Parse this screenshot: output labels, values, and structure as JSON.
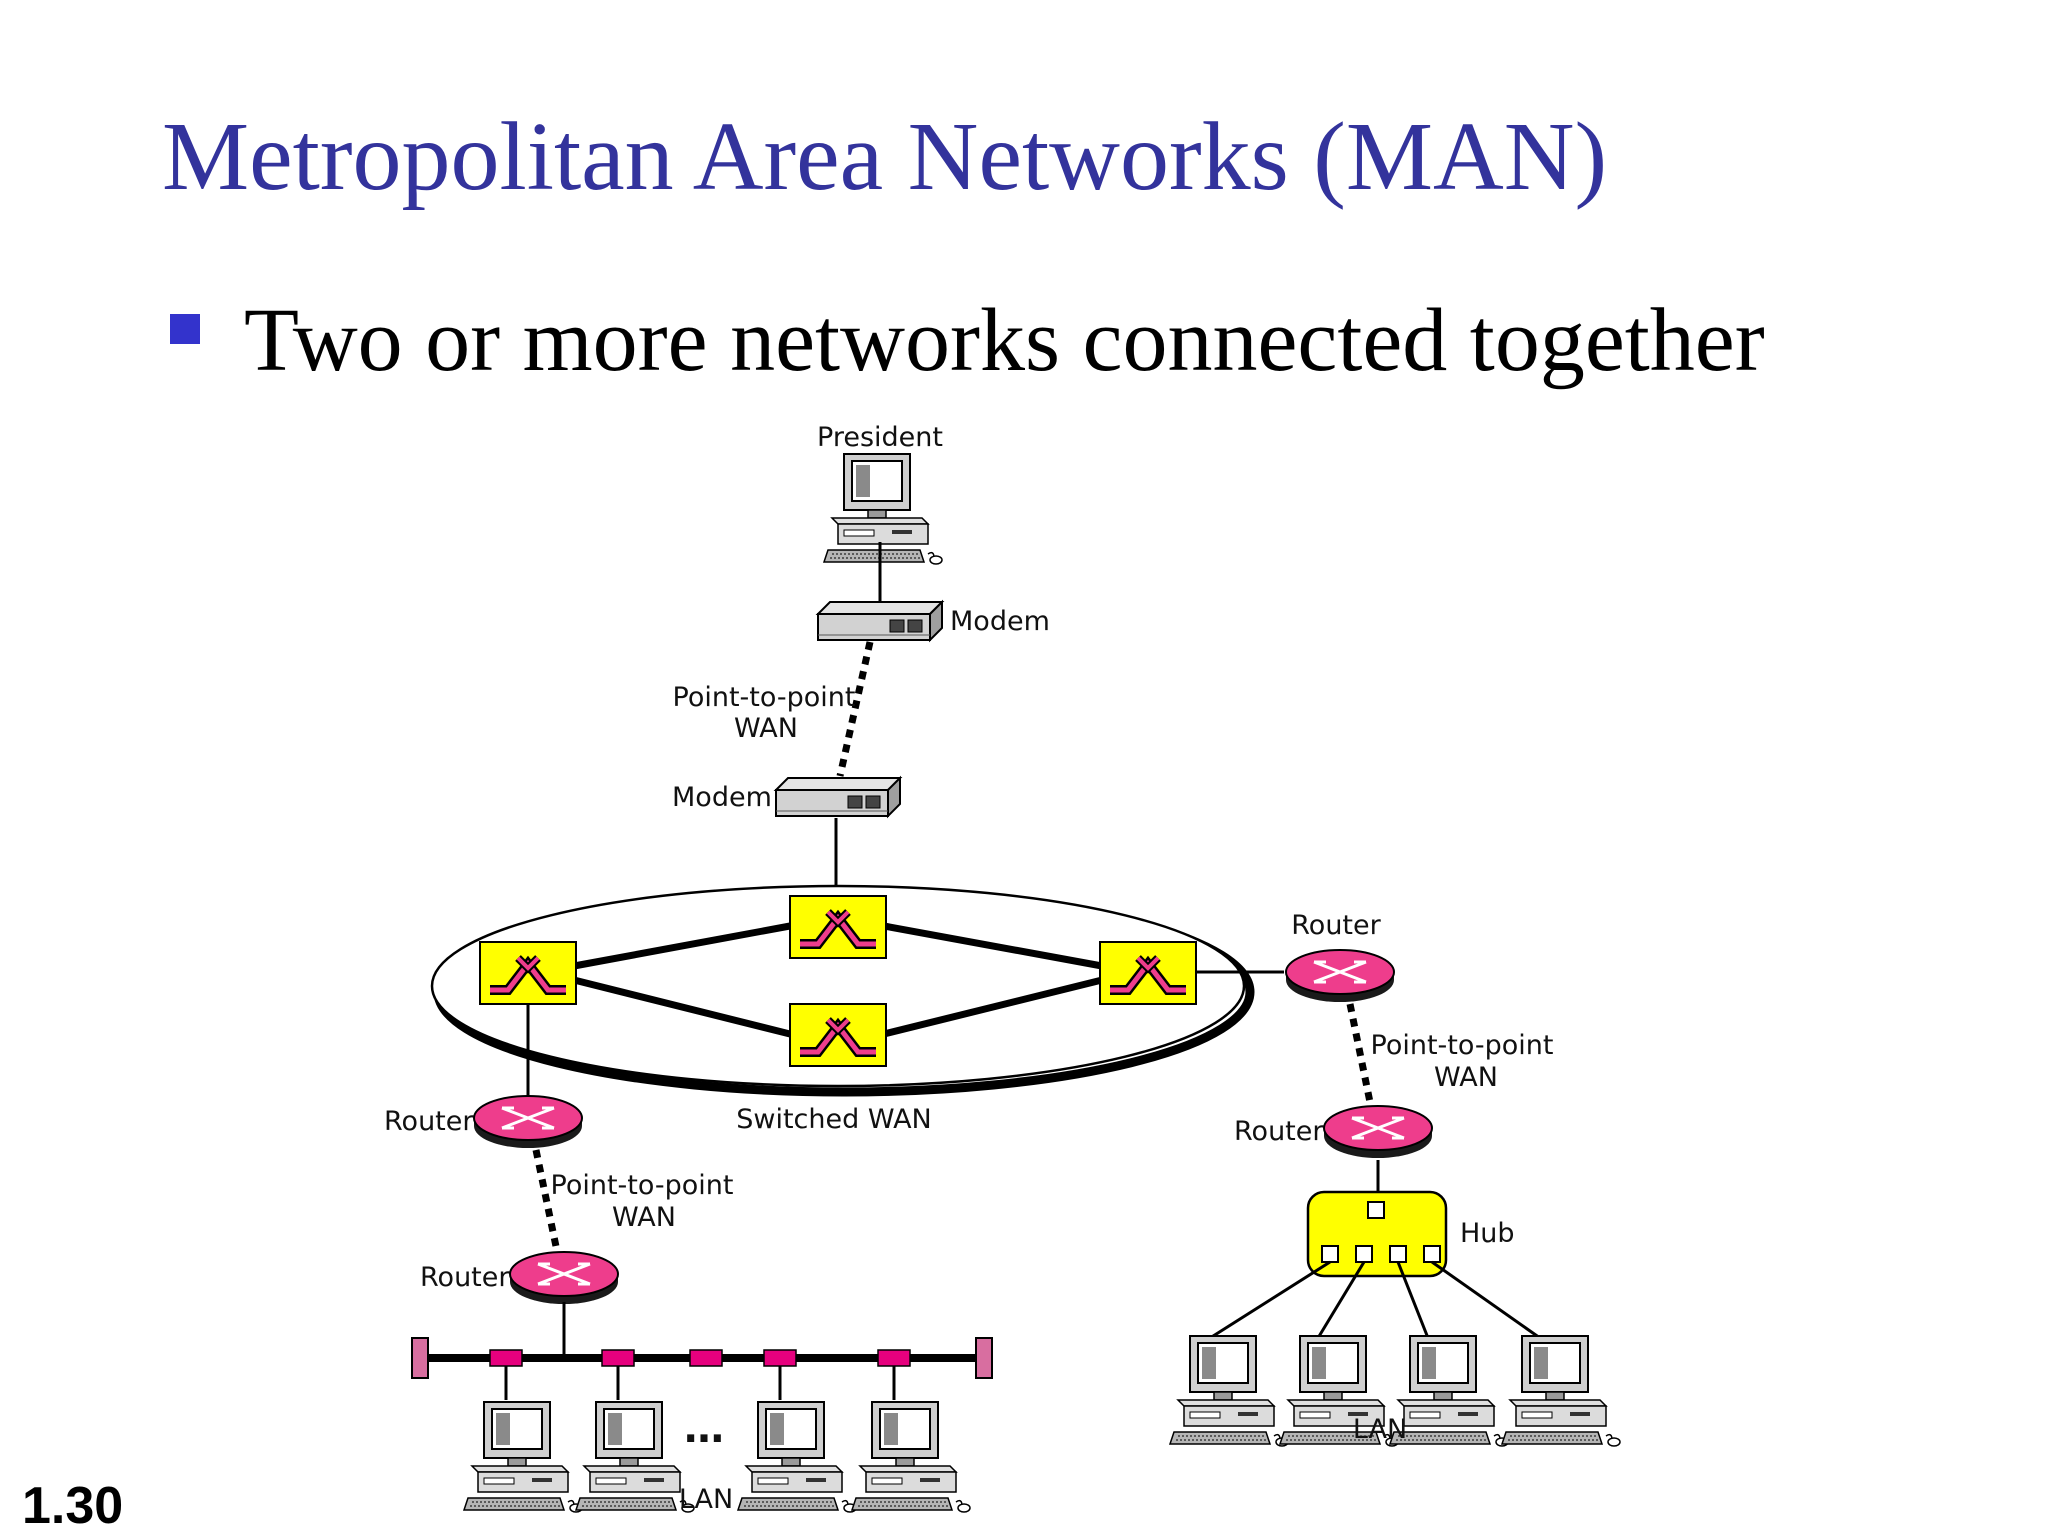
{
  "slide": {
    "title": "Metropolitan Area Networks (MAN)",
    "bullet": "Two or more networks connected together",
    "number": "1.30"
  },
  "diagram": {
    "president": "President",
    "modem_top": "Modem",
    "p2p_top_1": "Point-to-point",
    "p2p_top_2": "WAN",
    "modem_mid": "Modem",
    "router_right_top": "Router",
    "p2p_right_1": "Point-to-point",
    "p2p_right_2": "WAN",
    "router_right_bottom": "Router",
    "hub": "Hub",
    "lan_right": "LAN",
    "router_left_top": "Router",
    "switched_wan": "Switched WAN",
    "p2p_left_1": "Point-to-point",
    "p2p_left_2": "WAN",
    "router_left_bottom": "Router",
    "ellipsis": "…",
    "lan_left": "LAN"
  },
  "colors": {
    "title": "#33339c",
    "bullet": "#3333cc",
    "switch_fill": "#ffff00",
    "router_fill": "#ee3d8c",
    "hub_fill": "#ffff00",
    "connector_fill": "#e6007e"
  },
  "icons": [
    "computer-icon",
    "modem-icon",
    "switch-icon",
    "router-icon",
    "hub-icon",
    "lan-connector-icon"
  ]
}
